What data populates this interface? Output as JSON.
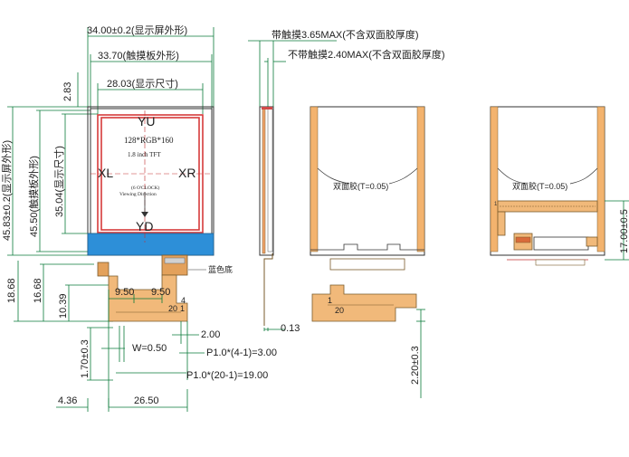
{
  "dimensions": {
    "overall_width": "34.00±0.2(显示屏外形)",
    "glass_width": "33.70(触摸板外形)",
    "display_width": "28.03(显示尺寸)",
    "top_margin": "2.83",
    "overall_height": "45.83±0.2(显示屏外形)",
    "glass_height": "45.50(触摸板外形)",
    "display_height": "35.04(显示尺寸)",
    "left_pad": "9.50",
    "right_pad": "9.50",
    "fpc_height_a": "18.68",
    "fpc_height_b": "16.68",
    "fpc_gap": "10.39",
    "pin_offset": "1.70±0.3",
    "pin_width": "W=0.50",
    "pitch_small": "P1.0*(4-1)=3.00",
    "pitch_large": "P1.0*(20-1)=19.00",
    "fpc_left": "4.36",
    "fpc_width": "26.50",
    "tail_width": "2.00",
    "thickness_max": "带触摸3.65MAX(不含双面胶厚度)",
    "thickness_no_touch": "不带触摸2.40MAX(不含双面胶厚度)",
    "side_thk": "0.13",
    "right_fpc_h": "2.20±0.3",
    "right_height": "17.00±0.5"
  },
  "labels": {
    "yu": "YU",
    "yd": "YD",
    "xl": "XL",
    "xr": "XR",
    "resolution": "128*RGB*160",
    "panel": "1.8 inch TFT",
    "viewing_o": "(6 O'CLOCK)",
    "viewing_dir": "Viewing Direction",
    "blue_base": "蓝色底",
    "double_tape": "双面胶(T=0.05)",
    "double_tape2": "双面胶(T=0.05)",
    "pin1": "1",
    "pin20": "20",
    "pin4": "4",
    "pin1b": "1",
    "pin20b": "20",
    "pin1c": "1"
  }
}
